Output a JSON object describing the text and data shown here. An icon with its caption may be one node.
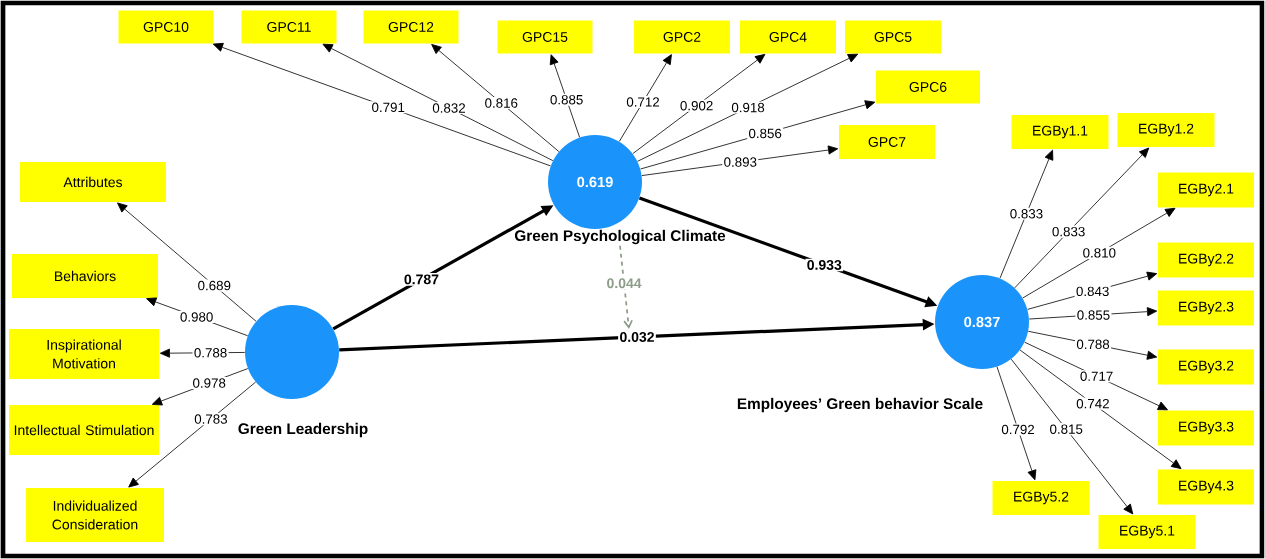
{
  "diagram": {
    "nodes": [
      {
        "text": [],
        "shape": "circle",
        "beside": [
          "Green Leadership"
        ]
      },
      {
        "text": [
          "0.619"
        ],
        "beside": [
          "Green Psychological Climate"
        ]
      },
      {
        "text": [
          "0.837"
        ],
        "beside": [
          "Employees’ Green behavior Scale"
        ]
      },
      {
        "text": [
          "Attributes"
        ]
      },
      {
        "text": [
          "Behaviors"
        ]
      },
      {
        "text": [
          "Inspirational Motivation"
        ]
      },
      {
        "text": [
          "Intellectual Stimulation"
        ]
      },
      {
        "text": [
          "Individualized Consideration"
        ]
      },
      {
        "text": [
          "GPC10"
        ]
      },
      {
        "text": [
          "GPC11"
        ]
      },
      {
        "text": [
          "GPC12"
        ]
      },
      {
        "text": [
          "GPC15"
        ]
      },
      {
        "text": [
          "GPC2"
        ]
      },
      {
        "text": [
          "GPC4"
        ]
      },
      {
        "text": [
          "GPC5"
        ]
      },
      {
        "text": [
          "GPC6"
        ]
      },
      {
        "text": [
          "GPC7"
        ]
      },
      {
        "text": [
          "EGBy1.1"
        ]
      },
      {
        "text": [
          "EGBy1.2"
        ]
      },
      {
        "text": [
          "EGBy2.1"
        ]
      },
      {
        "text": [
          "EGBy2.2"
        ]
      },
      {
        "text": [
          "EGBy2.3"
        ]
      },
      {
        "text": [
          "EGBy3.2"
        ]
      },
      {
        "text": [
          "EGBy3.3"
        ]
      },
      {
        "text": [
          "EGBy4.3"
        ]
      },
      {
        "text": [
          "EGBy5.2"
        ]
      },
      {
        "text": [
          "EGBy5.1"
        ]
      }
    ],
    "edges": [
      {
        "from": 0,
        "to": 1,
        "arrow": "to",
        "label": "0.787",
        "style": "thick"
      },
      {
        "from": 1,
        "to": 2,
        "arrow": "to",
        "label": "0.933",
        "style": "thick"
      },
      {
        "from": 0,
        "to": 2,
        "arrow": "to",
        "label": "0.032",
        "style": "thick"
      },
      {
        "from": 1,
        "to": null,
        "arrow": "to",
        "label": "0.044",
        "style": "dashed",
        "color": "#8c9c88"
      },
      {
        "from": 0,
        "to": 3,
        "arrow": "to",
        "label": "0.689"
      },
      {
        "from": 0,
        "to": 4,
        "arrow": "to",
        "label": "0.980"
      },
      {
        "from": 0,
        "to": 5,
        "arrow": "to",
        "label": "0.788"
      },
      {
        "from": 0,
        "to": 6,
        "arrow": "to",
        "label": "0.978"
      },
      {
        "from": 0,
        "to": 7,
        "arrow": "to",
        "label": "0.783"
      },
      {
        "from": 1,
        "to": 8,
        "arrow": "to",
        "label": "0.791"
      },
      {
        "from": 1,
        "to": 9,
        "arrow": "to",
        "label": "0.832"
      },
      {
        "from": 1,
        "to": 10,
        "arrow": "to",
        "label": "0.816"
      },
      {
        "from": 1,
        "to": 11,
        "arrow": "to",
        "label": "0.885"
      },
      {
        "from": 1,
        "to": 12,
        "arrow": "to",
        "label": "0.712"
      },
      {
        "from": 1,
        "to": 13,
        "arrow": "to",
        "label": "0.902"
      },
      {
        "from": 1,
        "to": 14,
        "arrow": "to",
        "label": "0.918"
      },
      {
        "from": 1,
        "to": 15,
        "arrow": "to",
        "label": "0.856"
      },
      {
        "from": 1,
        "to": 16,
        "arrow": "to",
        "label": "0.893"
      },
      {
        "from": 2,
        "to": 17,
        "arrow": "to",
        "label": "0.833"
      },
      {
        "from": 2,
        "to": 18,
        "arrow": "to",
        "label": "0.833"
      },
      {
        "from": 2,
        "to": 19,
        "arrow": "to",
        "label": "0.810"
      },
      {
        "from": 2,
        "to": 20,
        "arrow": "to",
        "label": "0.843"
      },
      {
        "from": 2,
        "to": 21,
        "arrow": "to",
        "label": "0.855"
      },
      {
        "from": 2,
        "to": 22,
        "arrow": "to",
        "label": "0.788"
      },
      {
        "from": 2,
        "to": 23,
        "arrow": "to",
        "label": "0.717"
      },
      {
        "from": 2,
        "to": 24,
        "arrow": "to",
        "label": "0.742"
      },
      {
        "from": 2,
        "to": 25,
        "arrow": "to",
        "label": "0.792"
      },
      {
        "from": 2,
        "to": 26,
        "arrow": "to",
        "label": "0.815"
      }
    ]
  }
}
